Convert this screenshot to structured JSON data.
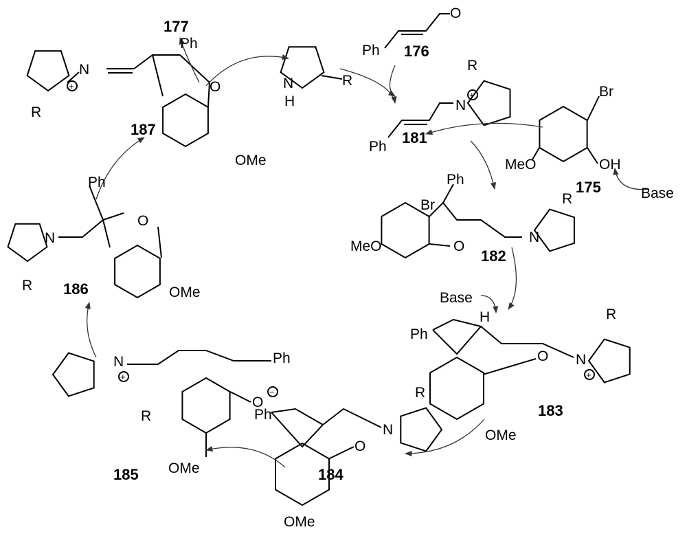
{
  "title": "Catalytic cycle for benzofuran synthesis",
  "compounds": {
    "c176": {
      "label": "176",
      "ph": "Ph",
      "o": "O"
    },
    "c177": {
      "label": "177"
    },
    "cat": {
      "n": "N",
      "h": "H",
      "r": "R"
    },
    "c181": {
      "label": "181",
      "ph": "Ph",
      "n": "N",
      "r": "R"
    },
    "c175": {
      "label": "175",
      "br": "Br",
      "meo": "MeO",
      "oh": "OH",
      "base": "Base"
    },
    "c182": {
      "label": "182",
      "br": "Br",
      "ph": "Ph",
      "meo": "MeO",
      "o": "O",
      "n": "N",
      "r": "R"
    },
    "c183": {
      "label": "183",
      "base": "Base",
      "h": "H",
      "ph": "Ph",
      "o": "O",
      "n": "N",
      "r": "R",
      "ome": "OMe"
    },
    "c184": {
      "label": "184",
      "ph": "Ph",
      "o": "O",
      "n": "N",
      "r": "R",
      "ome": "OMe"
    },
    "c185": {
      "label": "185",
      "ph": "Ph",
      "o": "O",
      "n": "N",
      "r": "R",
      "ome": "OMe"
    },
    "c186": {
      "label": "186",
      "ph": "Ph",
      "o": "O",
      "n": "N",
      "r": "R",
      "ome": "OMe"
    },
    "c187": {
      "label": "187",
      "ph": "Ph",
      "o": "O",
      "n": "N",
      "r": "R",
      "ome": "OMe"
    }
  },
  "charge_plus": "+",
  "charge_minus": "−"
}
